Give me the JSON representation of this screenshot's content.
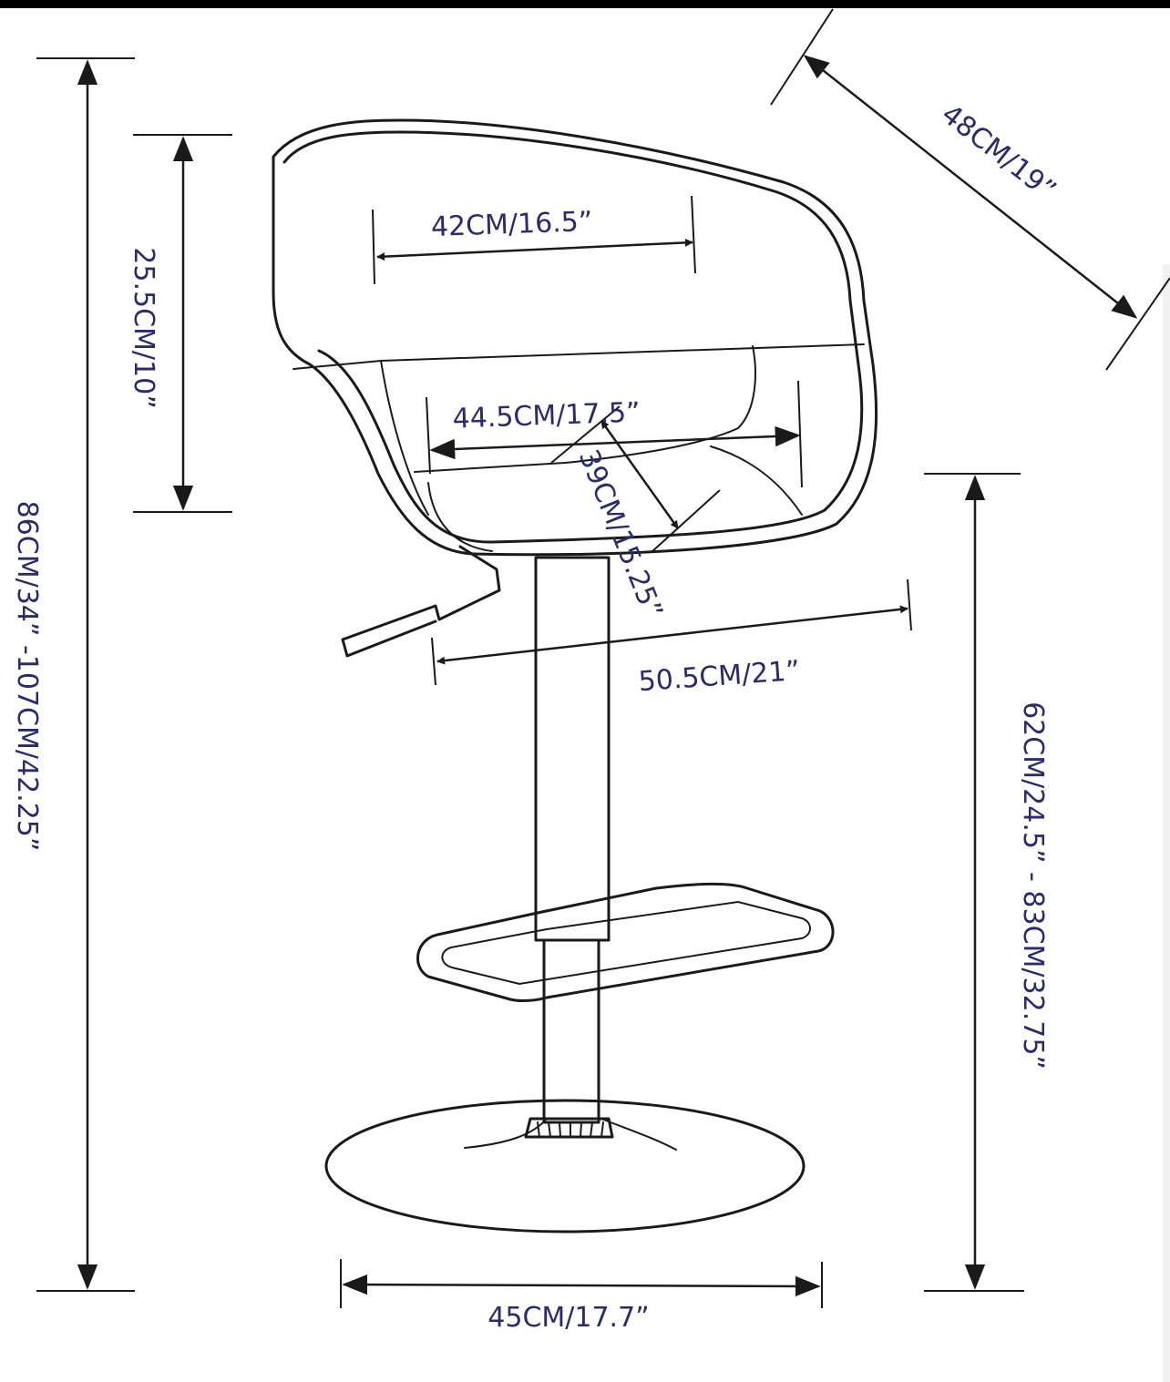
{
  "colors": {
    "ink": "#1a1a1a",
    "label": "#2a2a6e",
    "background": "#ffffff"
  },
  "dimensions": {
    "total_height": "86CM/34”  -107CM/42.25”",
    "back_height": "25.5CM/10”",
    "back_width": "42CM/16.5”",
    "seat_width": "44.5CM/17.5”",
    "seat_depth": "39CM/15.25”",
    "overall_depth": "48CM/19”",
    "arm_width": "50.5CM/21”",
    "seat_height": "62CM/24.5”  - 83CM/32.75”",
    "base_diameter": "45CM/17.7”"
  }
}
